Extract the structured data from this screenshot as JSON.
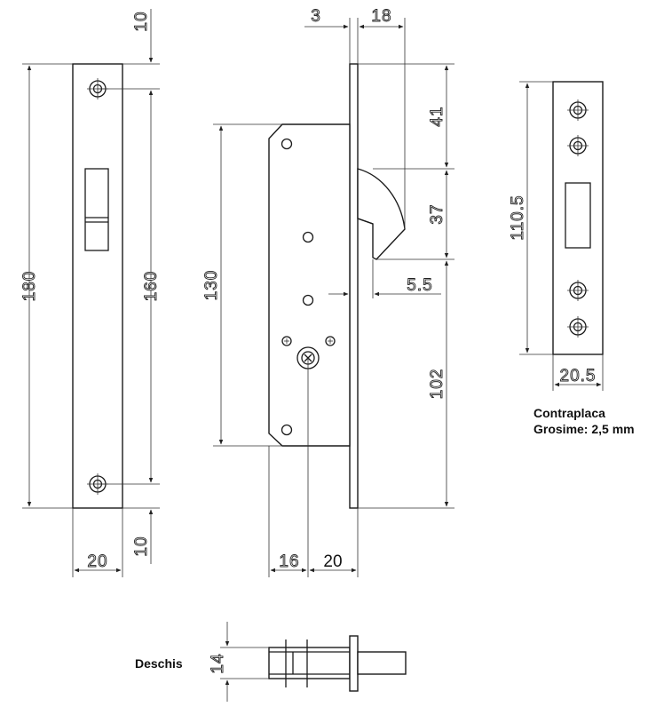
{
  "dimensions": {
    "top_margin": "10",
    "total_height": "180",
    "hole_spacing": "160",
    "bottom_margin": "10",
    "faceplate_width": "20",
    "faceplate_thickness": "3",
    "hook_projection": "18",
    "hook_top_offset": "41",
    "hook_height": "37",
    "body_height": "130",
    "hook_depth": "5.5",
    "hook_to_bottom": "102",
    "backset_16": "16",
    "backset_20": "20",
    "strike_height": "110.5",
    "strike_width": "20.5",
    "cylinder_14": "14"
  },
  "labels": {
    "strike_title": "Contraplaca",
    "strike_thickness": "Grosime: 2,5 mm",
    "cylinder_title": "Deschis"
  }
}
